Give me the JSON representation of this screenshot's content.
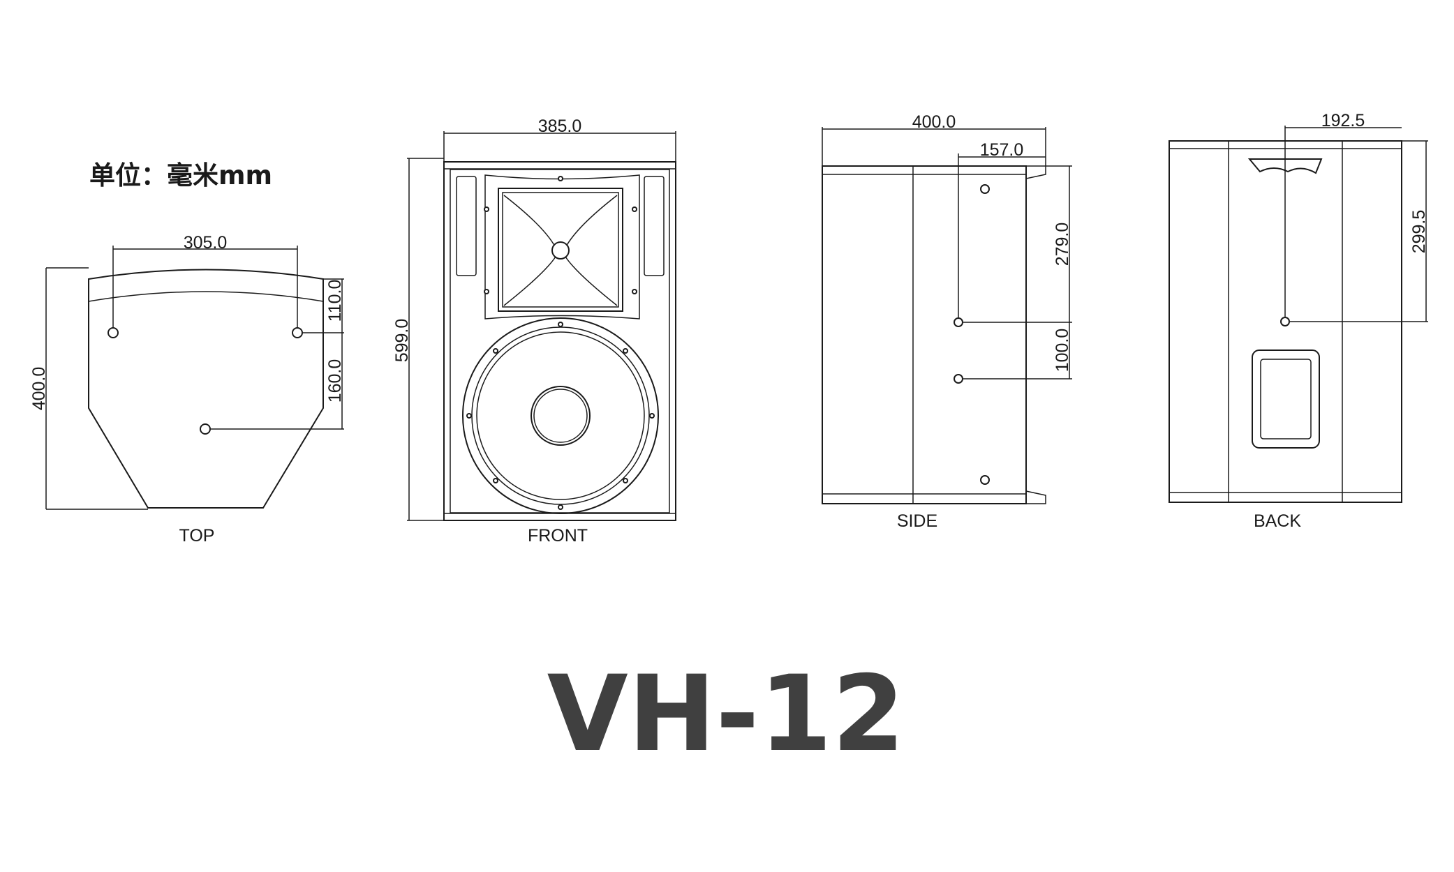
{
  "unit_label": "单位：毫米mm",
  "model_name": "VH-12",
  "views": {
    "top": {
      "label": "TOP",
      "dims": {
        "width_holes": "305.0",
        "depth": "400.0",
        "hole_offset": "110.0",
        "hole_spacing": "160.0"
      }
    },
    "front": {
      "label": "FRONT",
      "dims": {
        "width": "385.0",
        "height": "599.0"
      }
    },
    "side": {
      "label": "SIDE",
      "dims": {
        "depth": "400.0",
        "hole_offset": "157.0",
        "hole_height": "279.0",
        "hole_spacing": "100.0"
      }
    },
    "back": {
      "label": "BACK",
      "dims": {
        "hole_offset": "192.5",
        "hole_height": "299.5"
      }
    }
  }
}
